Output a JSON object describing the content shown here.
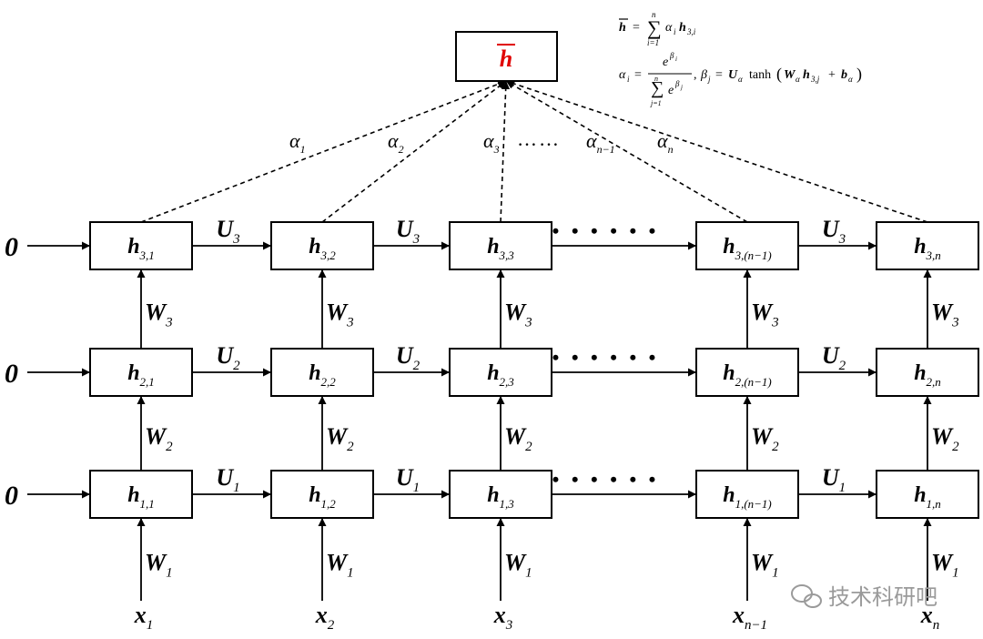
{
  "diagram": {
    "output_node": {
      "symbol": "h",
      "bar": true,
      "color": "#e00000"
    },
    "formulas": {
      "sum": {
        "lhs": "h",
        "upper": "n",
        "lower": "i=1",
        "body_coeff": "α",
        "body_coeff_sub": "i",
        "body_var": "h",
        "body_var_sub": "3,i"
      },
      "alpha": {
        "lhs": "α",
        "lhs_sub": "i",
        "num": "e",
        "num_sup": "β",
        "num_sup_sub": "i",
        "den_upper": "n",
        "den_lower": "j=1",
        "den_base": "e",
        "den_sup": "β",
        "den_sup_sub": "j"
      },
      "beta": {
        "lhs": "β",
        "lhs_sub": "j",
        "eq_part1": "U",
        "eq_part1_sub": "α",
        "func": "tanh",
        "w": "W",
        "w_sub": "α",
        "h": "h",
        "h_sub": "3,j",
        "b": "b",
        "b_sub": "α"
      }
    },
    "attention_labels": [
      {
        "sym": "α",
        "sub": "1"
      },
      {
        "sym": "α",
        "sub": "2"
      },
      {
        "sym": "α",
        "sub": "3"
      },
      {
        "sym": "α",
        "sub": "n−1"
      },
      {
        "sym": "α",
        "sub": "n"
      }
    ],
    "attention_dots": "……",
    "row_dots": "• • • • • •",
    "initial_state": "0",
    "layers": [
      {
        "row": 3,
        "U": "U",
        "U_sub": "3",
        "W": "W",
        "W_sub": "3",
        "nodes": [
          {
            "sym": "h",
            "sub": "3,1"
          },
          {
            "sym": "h",
            "sub": "3,2"
          },
          {
            "sym": "h",
            "sub": "3,3"
          },
          {
            "sym": "h",
            "sub": "3,(n−1)"
          },
          {
            "sym": "h",
            "sub": "3,n"
          }
        ]
      },
      {
        "row": 2,
        "U": "U",
        "U_sub": "2",
        "W": "W",
        "W_sub": "2",
        "nodes": [
          {
            "sym": "h",
            "sub": "2,1"
          },
          {
            "sym": "h",
            "sub": "2,2"
          },
          {
            "sym": "h",
            "sub": "2,3"
          },
          {
            "sym": "h",
            "sub": "2,(n−1)"
          },
          {
            "sym": "h",
            "sub": "2,n"
          }
        ]
      },
      {
        "row": 1,
        "U": "U",
        "U_sub": "1",
        "W": "W",
        "W_sub": "1",
        "nodes": [
          {
            "sym": "h",
            "sub": "1,1"
          },
          {
            "sym": "h",
            "sub": "1,2"
          },
          {
            "sym": "h",
            "sub": "1,3"
          },
          {
            "sym": "h",
            "sub": "1,(n−1)"
          },
          {
            "sym": "h",
            "sub": "1,n"
          }
        ]
      }
    ],
    "inputs": [
      {
        "sym": "x",
        "sub": "1"
      },
      {
        "sym": "x",
        "sub": "2"
      },
      {
        "sym": "x",
        "sub": "3"
      },
      {
        "sym": "x",
        "sub": "n−1"
      },
      {
        "sym": "x",
        "sub": "n"
      }
    ],
    "watermark": "技术科研吧"
  }
}
